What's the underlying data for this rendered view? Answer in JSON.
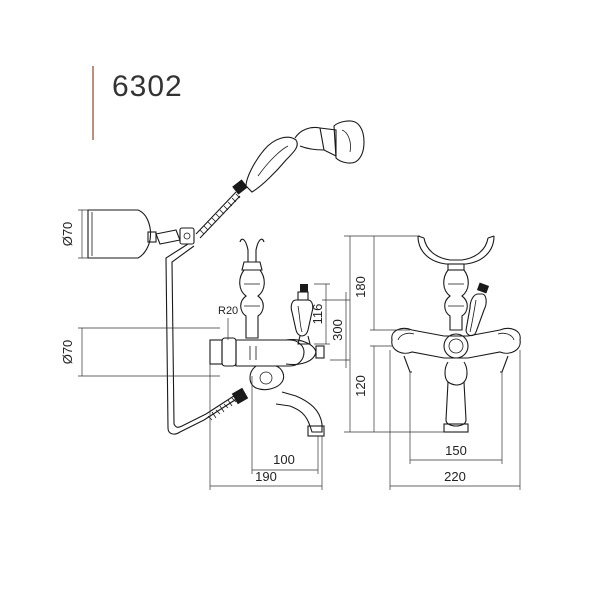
{
  "model_number": "6302",
  "dimensions": {
    "handshower_diameter": "Ø70",
    "spout_diameter": "Ø70",
    "radius": "R20",
    "handle_height": "116",
    "cradle_height": "180",
    "overall_height": "300",
    "lower_height": "120",
    "spout_reach": "100",
    "overall_depth": "190",
    "front_width": "150",
    "overall_width": "220"
  },
  "colors": {
    "accent_bar": "#b8907e",
    "line": "#1a1a1a"
  }
}
